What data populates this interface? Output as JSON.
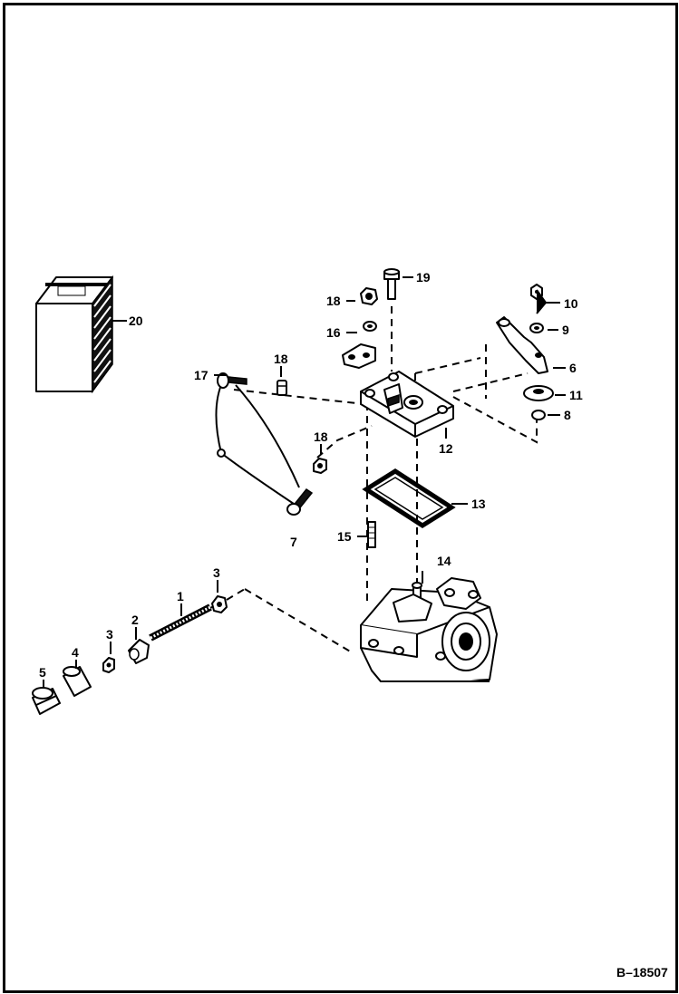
{
  "figure_ref": "B–18507",
  "callouts": [
    {
      "id": "c1",
      "label": "1"
    },
    {
      "id": "c2",
      "label": "2"
    },
    {
      "id": "c3a",
      "label": "3"
    },
    {
      "id": "c3b",
      "label": "3"
    },
    {
      "id": "c4",
      "label": "4"
    },
    {
      "id": "c5",
      "label": "5"
    },
    {
      "id": "c6",
      "label": "6"
    },
    {
      "id": "c7",
      "label": "7"
    },
    {
      "id": "c8",
      "label": "8"
    },
    {
      "id": "c9",
      "label": "9"
    },
    {
      "id": "c10",
      "label": "10"
    },
    {
      "id": "c11",
      "label": "11"
    },
    {
      "id": "c12",
      "label": "12"
    },
    {
      "id": "c13",
      "label": "13"
    },
    {
      "id": "c14",
      "label": "14"
    },
    {
      "id": "c15",
      "label": "15"
    },
    {
      "id": "c16",
      "label": "16"
    },
    {
      "id": "c17",
      "label": "17"
    },
    {
      "id": "c18a",
      "label": "18"
    },
    {
      "id": "c18b",
      "label": "18"
    },
    {
      "id": "c18c",
      "label": "18"
    },
    {
      "id": "c19",
      "label": "19"
    },
    {
      "id": "c20",
      "label": "20"
    }
  ]
}
